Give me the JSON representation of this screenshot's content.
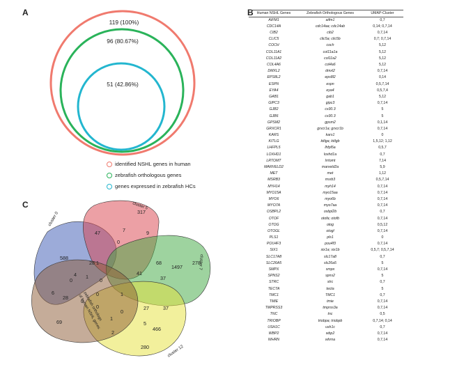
{
  "panels": {
    "a": "A",
    "b": "B",
    "c": "C"
  },
  "panel_a": {
    "circles": [
      {
        "value_label": "119 (100%)",
        "color": "#f07a6e"
      },
      {
        "value_label": "96 (80.67%)",
        "color": "#2ab35a"
      },
      {
        "value_label": "51 (42.86%)",
        "color": "#23b6cf"
      }
    ],
    "legend": [
      {
        "label": "identified NSHL genes in human",
        "color": "#f07a6e"
      },
      {
        "label": "zebrafish orthologous genes",
        "color": "#2ab35a"
      },
      {
        "label": "genes expressed in zebrafish HCs",
        "color": "#23b6cf"
      }
    ]
  },
  "panel_b": {
    "headers": [
      "Human NSHL Genes",
      "Zebrafish Orthologous Genes",
      "UMAP-Cluster"
    ],
    "rows": [
      [
        "AIFM1",
        "aifm1",
        "0,7"
      ],
      [
        "CDC14A",
        "cdc14aa; cdc14ab",
        "0,14; 0,7,14"
      ],
      [
        "CIB2",
        "cib2",
        "0,7,14"
      ],
      [
        "CLIC5",
        "clic5a; clic5b",
        "0,7; 0,7,14"
      ],
      [
        "COCH",
        "coch",
        "5,12"
      ],
      [
        "COL11A1",
        "col11a1a",
        "5,12"
      ],
      [
        "COL11A2",
        "col11a2",
        "5,12"
      ],
      [
        "COL4A6",
        "col4a6",
        "5,12"
      ],
      [
        "DMXL2",
        "dmxl2",
        "0,7,14"
      ],
      [
        "EPS8L2",
        "eps8l2",
        "0,14"
      ],
      [
        "ESPN",
        "espn",
        "0,5,7,14"
      ],
      [
        "EYA4",
        "eya4",
        "0,5,7,4"
      ],
      [
        "GAB1",
        "gab1",
        "5,12"
      ],
      [
        "GIPC3",
        "gipc3",
        "0,7,14"
      ],
      [
        "GJB2",
        "cx30.3",
        "5"
      ],
      [
        "GJB6",
        "cx30.3",
        "5"
      ],
      [
        "GPSM2",
        "gpsm2",
        "0,1,14"
      ],
      [
        "GRXCR1",
        "grxcr1a; grxcr1b",
        "0,7,14"
      ],
      [
        "KARS",
        "kars1",
        "0"
      ],
      [
        "KITLG",
        "kitlga; kitlgb",
        "1,5,12; 1,12"
      ],
      [
        "LHFPL5",
        "lhfpl5a",
        "0,5,7"
      ],
      [
        "LOXHD1",
        "loxhd1a",
        "0,7"
      ],
      [
        "LRTOMT",
        "lrrtomt",
        "7,14"
      ],
      [
        "MARVELD2",
        "marveld2a",
        "5,9"
      ],
      [
        "MET",
        "met",
        "1,12"
      ],
      [
        "MSRB3",
        "msrb3",
        "0,5,7,14"
      ],
      [
        "MYH14",
        "myh14",
        "0,7,14"
      ],
      [
        "MYO15A",
        "myo15aa",
        "0,7,14"
      ],
      [
        "MYO6",
        "myo6b",
        "0,7,14"
      ],
      [
        "MYO7A",
        "myo7aa",
        "0,7,14"
      ],
      [
        "OSBPL2",
        "osbpl2b",
        "0,7"
      ],
      [
        "OTOF",
        "otofa; otofb",
        "0,7,14"
      ],
      [
        "OTOG",
        "otog",
        "0,5,12"
      ],
      [
        "OTOGL",
        "otogl",
        "0,7,14"
      ],
      [
        "PLS1",
        "pls1",
        "0"
      ],
      [
        "POU4F3",
        "pou4f3",
        "0,7,14"
      ],
      [
        "SIX1",
        "six1a; six1b",
        "0,5,7; 0,5,7,14"
      ],
      [
        "SLC17A8",
        "slc17a8",
        "0,7"
      ],
      [
        "SLC26A5",
        "slc26a5",
        "5"
      ],
      [
        "SMPX",
        "smpx",
        "0,7,14"
      ],
      [
        "SPNS2",
        "spns2",
        "5"
      ],
      [
        "STRC",
        "strc",
        "0,7"
      ],
      [
        "TECTA",
        "tecta",
        "5"
      ],
      [
        "TMC1",
        "TMC1",
        "0,7"
      ],
      [
        "TMIE",
        "tmie",
        "0,7,14"
      ],
      [
        "TMPRSS3",
        "tmprss3a",
        "0,7,14"
      ],
      [
        "TNC",
        "tnc",
        "0,5"
      ],
      [
        "TRIOBP",
        "triobpa; triobpb",
        "0,7,14; 0,14"
      ],
      [
        "USH1C",
        "ush1c",
        "0,7"
      ],
      [
        "WBP2",
        "wbp2",
        "0,7,14"
      ],
      [
        "WHRN",
        "whrna",
        "0,7,14"
      ]
    ]
  },
  "panel_c": {
    "set_labels": [
      {
        "label": "cluster 0",
        "color": "#3a58b4"
      },
      {
        "label": "cluster 5",
        "color": "#d9424c"
      },
      {
        "label": "cluster 7",
        "color": "#3ea83f"
      },
      {
        "label": "cluster 12",
        "color": "#e6e23a"
      },
      {
        "label_lines": [
          "zebrafish orthologs",
          "of human NSHL genes"
        ],
        "color": "#8c5a34"
      }
    ],
    "region_counts": [
      {
        "value": "588"
      },
      {
        "value": "317"
      },
      {
        "value": "278"
      },
      {
        "value": "280"
      },
      {
        "value": "69"
      },
      {
        "value": "47"
      },
      {
        "value": "7"
      },
      {
        "value": "9"
      },
      {
        "value": "0"
      },
      {
        "value": "1"
      },
      {
        "value": "1"
      },
      {
        "value": "28"
      },
      {
        "value": "4"
      },
      {
        "value": "6"
      },
      {
        "value": "68"
      },
      {
        "value": "1497"
      },
      {
        "value": "41"
      },
      {
        "value": "37"
      },
      {
        "value": "0"
      },
      {
        "value": "0"
      },
      {
        "value": "28"
      },
      {
        "value": "0"
      },
      {
        "value": "0"
      },
      {
        "value": "1"
      },
      {
        "value": "0"
      },
      {
        "value": "27"
      },
      {
        "value": "37"
      },
      {
        "value": "0"
      },
      {
        "value": "5"
      },
      {
        "value": "466"
      },
      {
        "value": "2"
      },
      {
        "value": "1"
      }
    ]
  }
}
